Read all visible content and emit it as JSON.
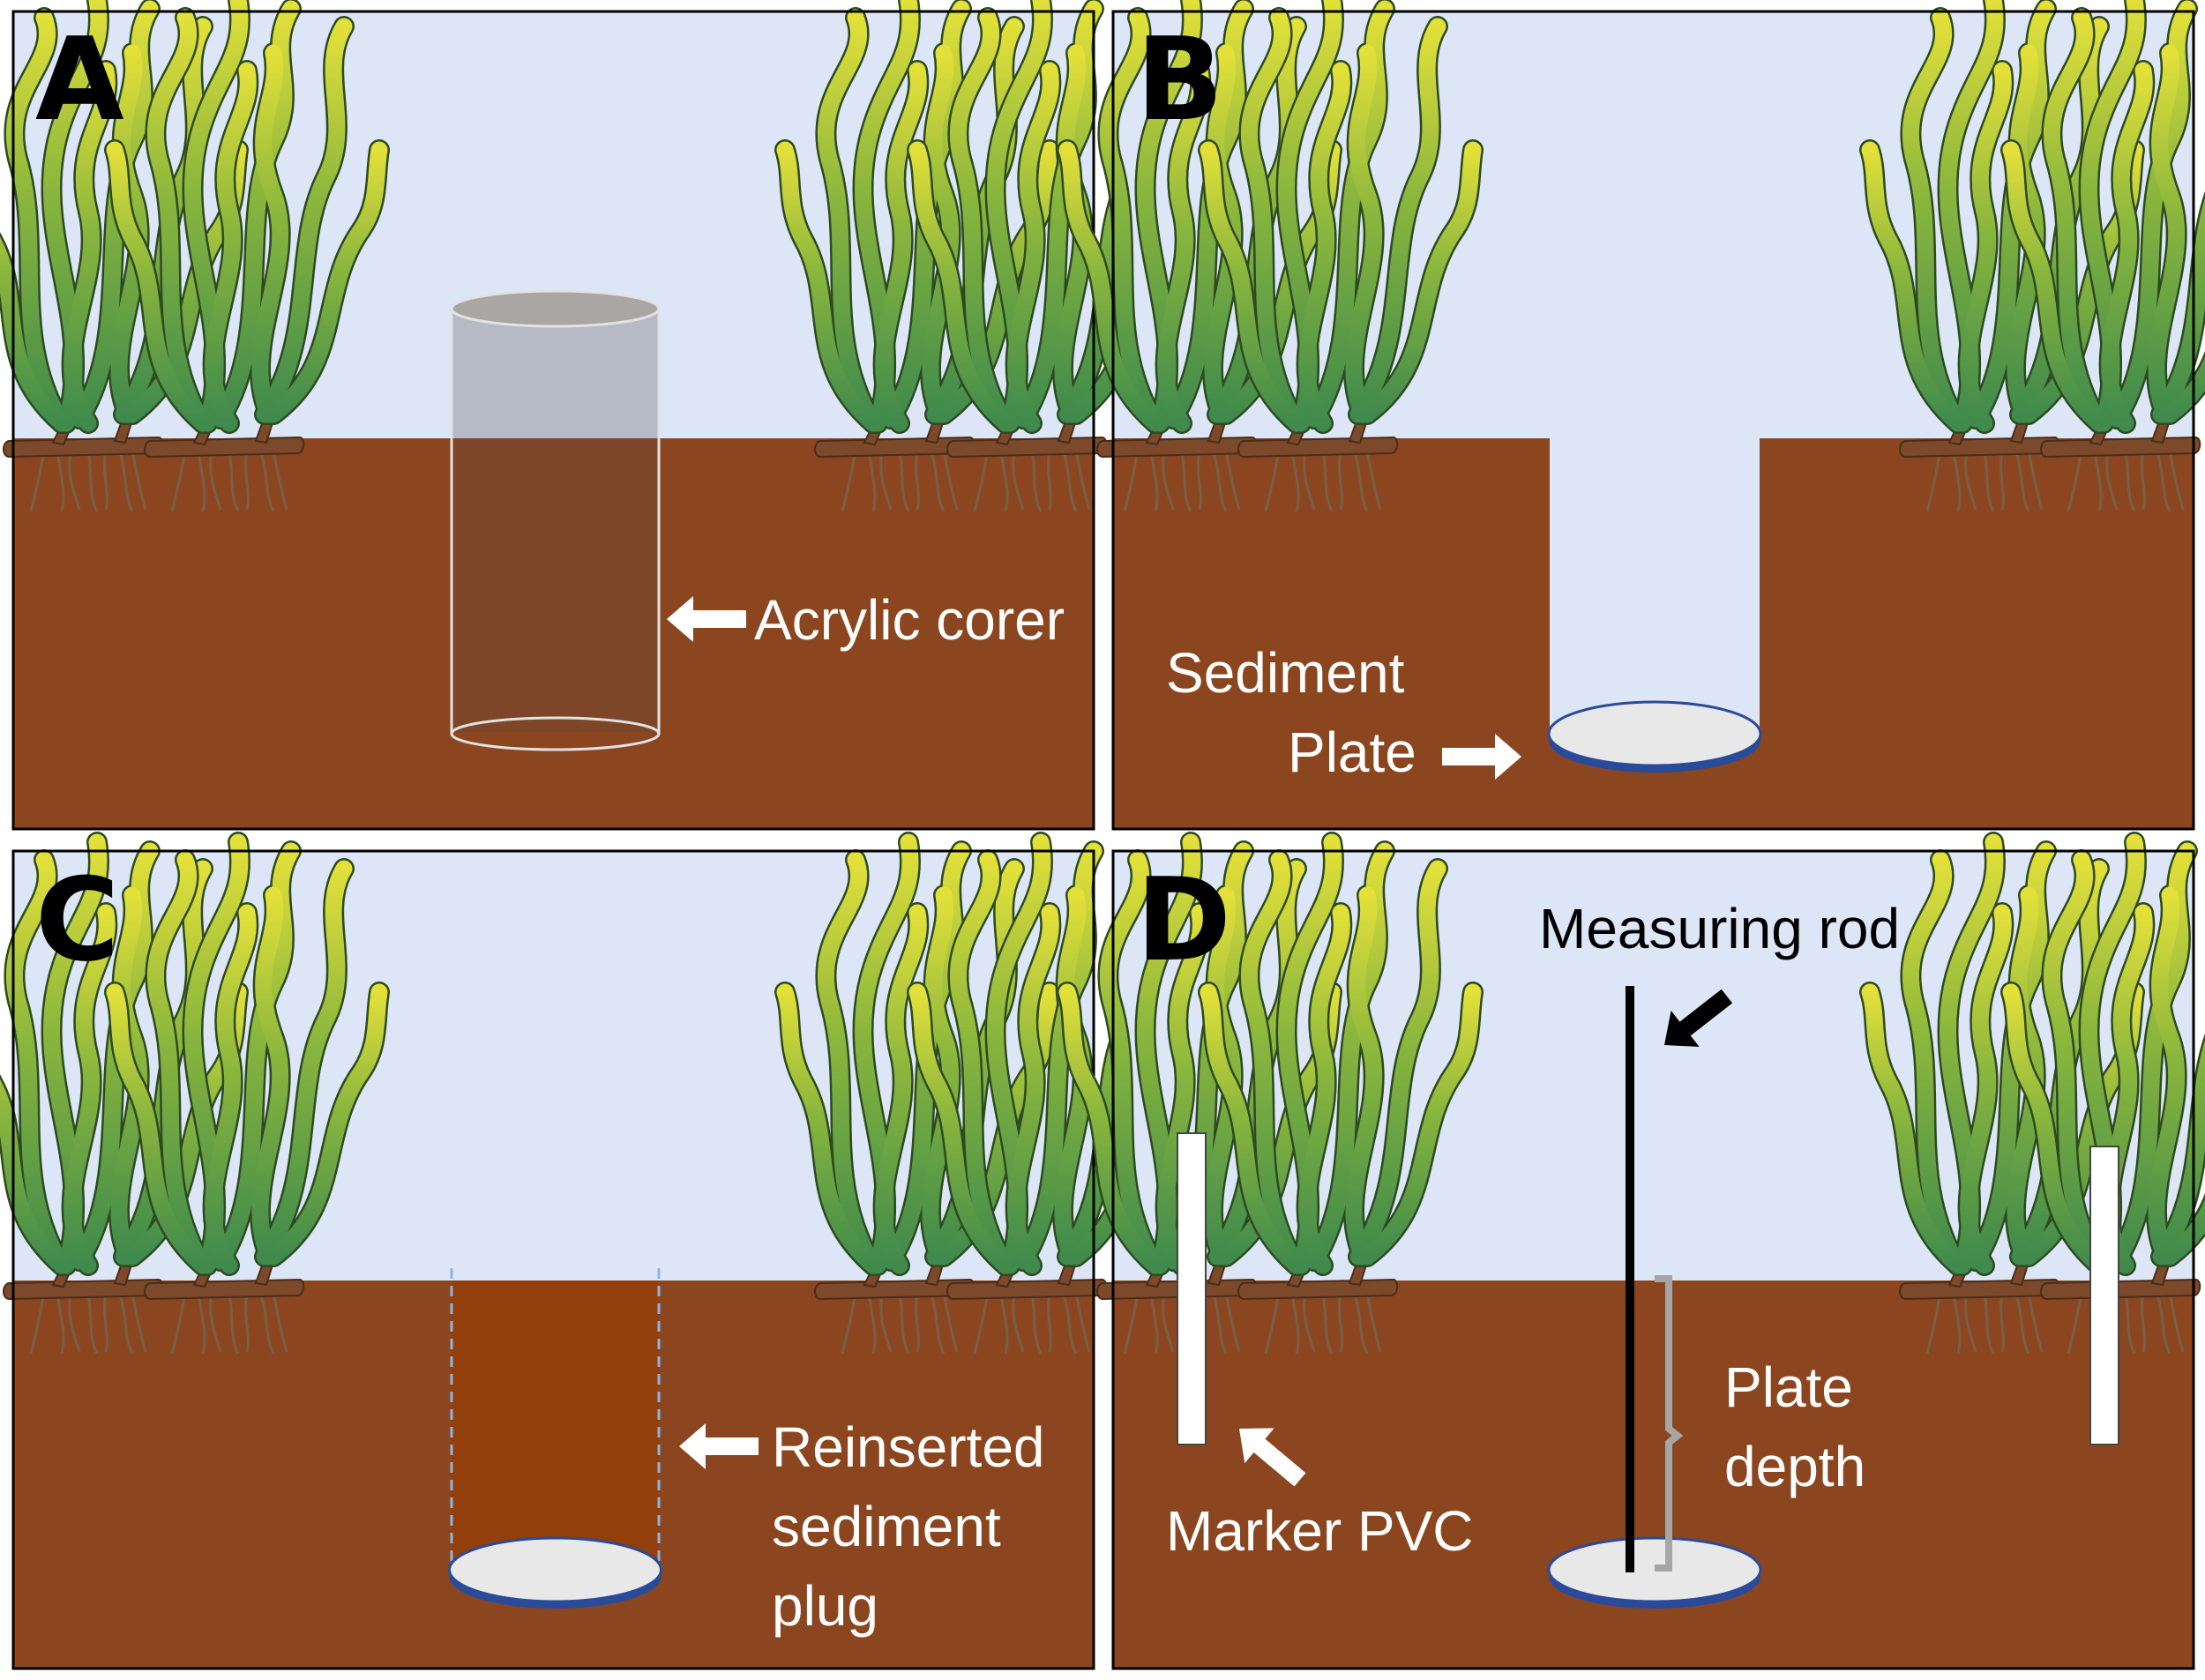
{
  "colors": {
    "water": "#dce6f6",
    "sediment": "#8c461f",
    "sediment_plug": "#923f0b",
    "leaf_dark": "#3f8a4c",
    "leaf_light": "#e3e03a",
    "rhizome": "#7c4a2a",
    "plate_fill": "#e8e8e8",
    "plate_edge": "#2a4a9a",
    "label": "#ffffff",
    "label_dark": "#000000"
  },
  "panels": [
    {
      "letter": "A",
      "labels": {
        "corer": "Acrylic corer"
      }
    },
    {
      "letter": "B",
      "labels": {
        "sediment_line1": "Sediment",
        "sediment_line2": "Plate"
      }
    },
    {
      "letter": "C",
      "labels": {
        "plug_line1": "Reinserted",
        "plug_line2": "sediment",
        "plug_line3": "plug"
      }
    },
    {
      "letter": "D",
      "labels": {
        "rod": "Measuring rod",
        "depth_line1": "Plate",
        "depth_line2": "depth",
        "marker": "Marker PVC"
      }
    }
  ]
}
